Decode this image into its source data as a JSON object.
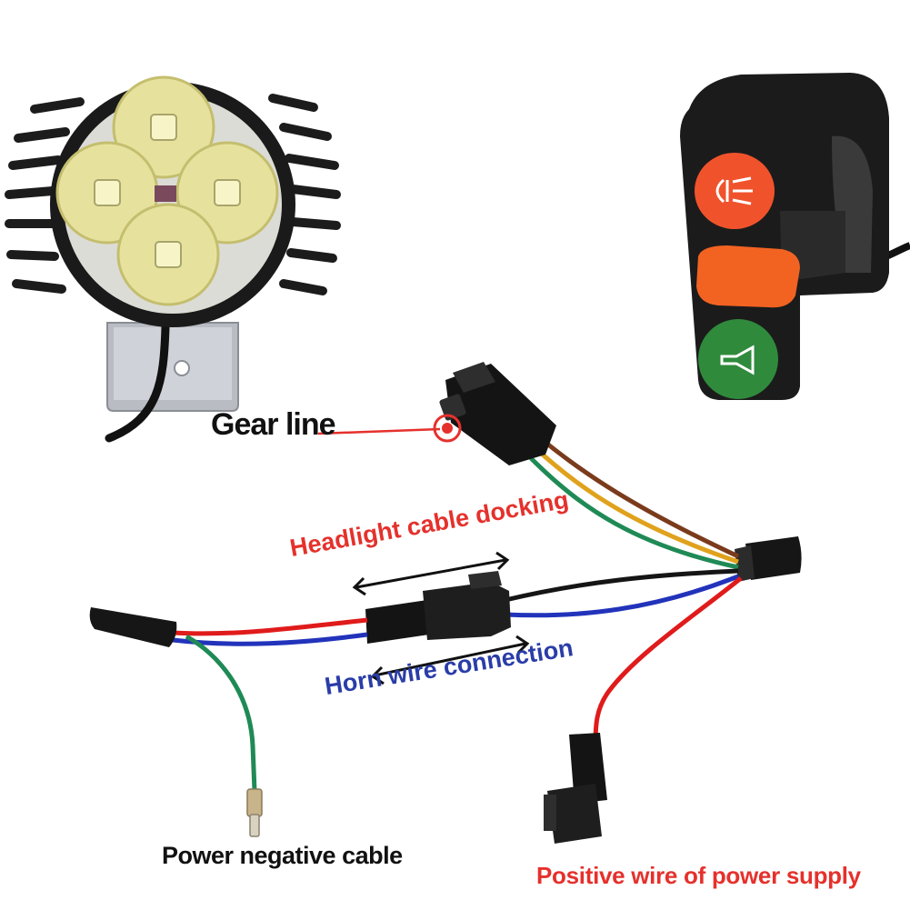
{
  "labels": {
    "gear_line": "Gear line",
    "headlight_docking": "Headlight cable docking",
    "horn_connection": "Horn wire connection",
    "power_negative": "Power negative cable",
    "power_positive": "Positive wire of power supply"
  },
  "colors": {
    "label_dark": "#111111",
    "label_red": "#e5312c",
    "label_blue": "#2a3da8",
    "marker_red": "#e5312c",
    "button_red": "#f0532c",
    "button_orange": "#f26322",
    "button_green": "#2f8a3c",
    "wire_red": "#e01b1b",
    "wire_blue": "#2233bb",
    "wire_green": "#1f8a55",
    "wire_black": "#151515",
    "wire_yellow": "#e0a21c",
    "wire_brown": "#7a3b1c"
  },
  "icons": {
    "headlight_button": "headlight-beam-icon",
    "horn_button": "horn-icon"
  }
}
